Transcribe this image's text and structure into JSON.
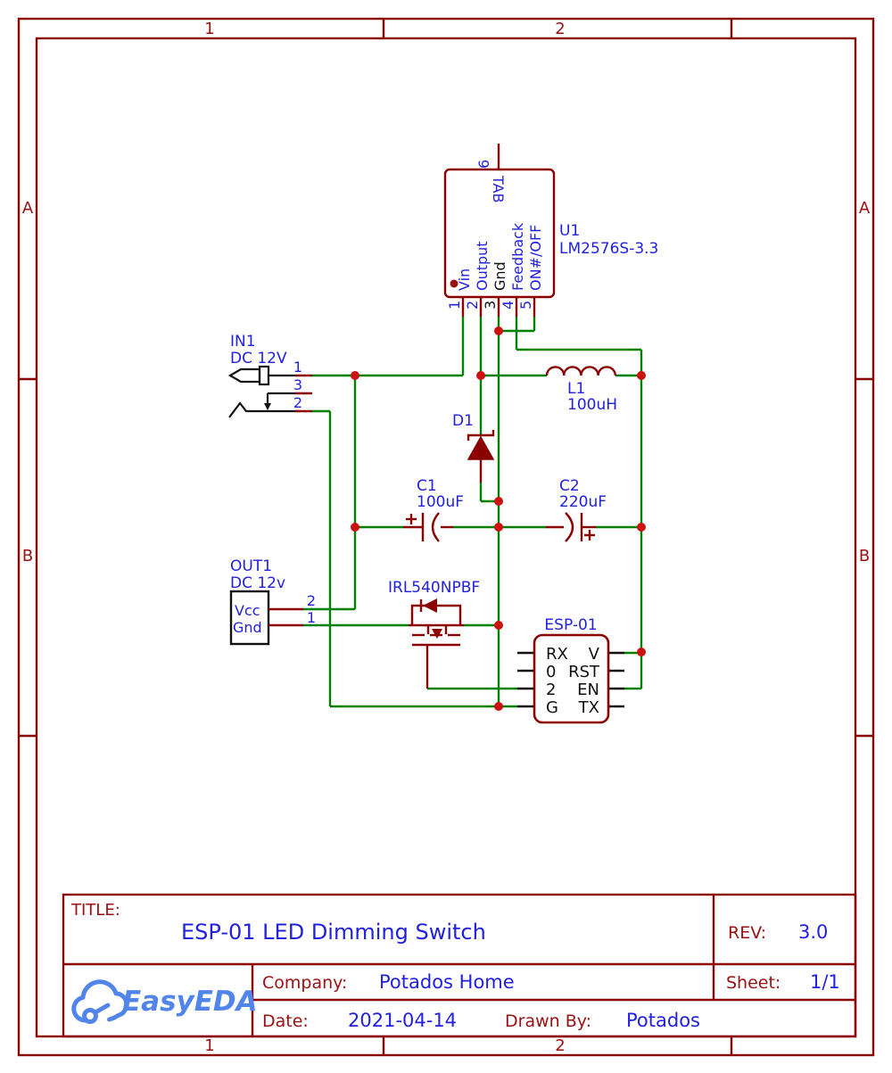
{
  "frame": {
    "cols": [
      "1",
      "2"
    ],
    "rows": [
      "A",
      "B"
    ]
  },
  "sch": {
    "u1": {
      "ref": "U1",
      "value": "LM2576S-3.3",
      "pins": [
        "Vin",
        "Output",
        "Gnd",
        "Feedback",
        "ON#/OFF"
      ],
      "nums": [
        "1",
        "2",
        "3",
        "4",
        "5"
      ],
      "tab": "TAB",
      "tabnum": "6"
    },
    "in1": {
      "ref": "IN1",
      "value": "DC 12V",
      "p1": "1",
      "p3": "3",
      "p2": "2"
    },
    "out1": {
      "ref": "OUT1",
      "value": "DC 12v",
      "vcc": "Vcc",
      "gnd": "Gnd",
      "p2": "2",
      "p1": "1"
    },
    "d1": {
      "ref": "D1"
    },
    "l1": {
      "ref": "L1",
      "value": "100uH"
    },
    "c1": {
      "ref": "C1",
      "value": "100uF"
    },
    "c2": {
      "ref": "C2",
      "value": "220uF"
    },
    "q1": {
      "value": "IRL540NPBF"
    },
    "esp": {
      "ref": "ESP-01",
      "left": [
        "RX",
        "0",
        "2",
        "G"
      ],
      "right": [
        "V",
        "RST",
        "EN",
        "TX"
      ]
    }
  },
  "tb": {
    "title_label": "TITLE:",
    "title": "ESP-01 LED Dimming Switch",
    "rev_label": "REV:",
    "rev": "3.0",
    "company_label": "Company:",
    "company": "Potados Home",
    "sheet_label": "Sheet:",
    "sheet": "1/1",
    "date_label": "Date:",
    "date": "2021-04-14",
    "drawn_label": "Drawn By:",
    "drawn": "Potados",
    "logo": "EasyEDA"
  }
}
